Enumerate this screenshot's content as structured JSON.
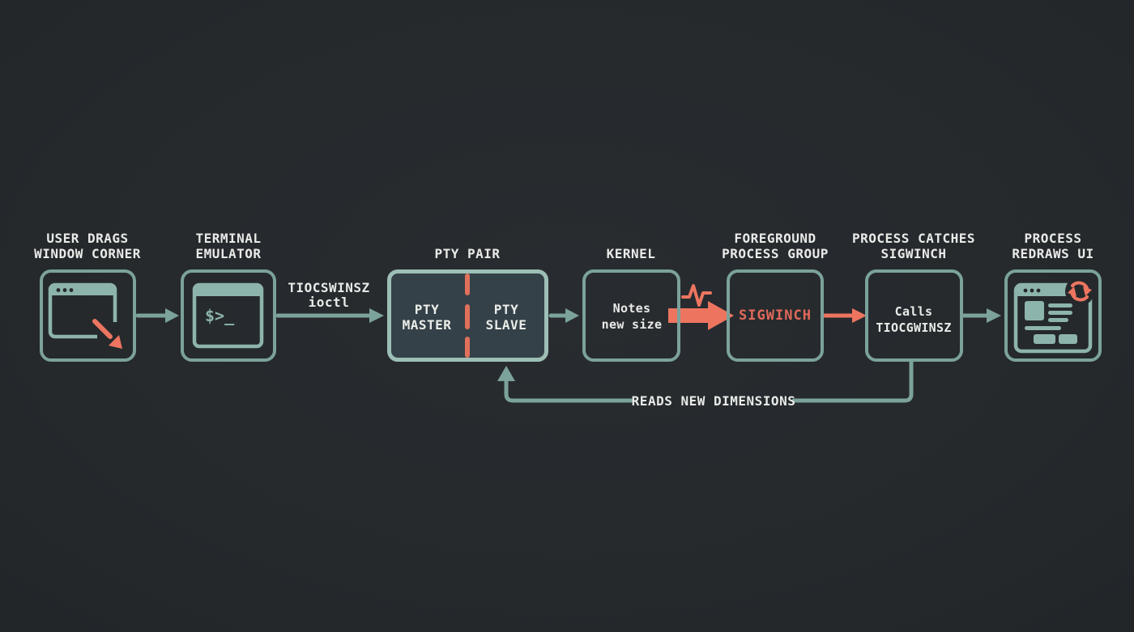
{
  "colors": {
    "background": "#25292c",
    "box_border_teal": "#7ba29b",
    "pty_border_teal": "#9dbfb6",
    "pty_fill": "#354148",
    "icon_teal": "#8db4ac",
    "accent_red": "#ed7560",
    "sigwinch_red": "#e2695a",
    "text": "#e9ebe8"
  },
  "nodes": {
    "user_drags": {
      "title1": "USER DRAGS",
      "title2": "WINDOW CORNER"
    },
    "terminal": {
      "title1": "TERMINAL",
      "title2": "EMULATOR",
      "prompt": "$>_"
    },
    "pty": {
      "title1": "PTY PAIR",
      "master1": "PTY",
      "master2": "MASTER",
      "slave1": "PTY",
      "slave2": "SLAVE"
    },
    "kernel": {
      "title1": "KERNEL",
      "body1": "Notes",
      "body2": "new size"
    },
    "foreground": {
      "title1": "FOREGROUND",
      "title2": "PROCESS GROUP",
      "body1": "SIGWINCH"
    },
    "catches": {
      "title1": "PROCESS CATCHES",
      "title2": "SIGWINCH",
      "body1": "Calls",
      "body2": "TIOCGWINSZ"
    },
    "redraws": {
      "title1": "PROCESS",
      "title2": "REDRAWS UI"
    }
  },
  "edges": {
    "tiocswinsz1": "TIOCSWINSZ",
    "tiocswinsz2": "ioctl",
    "feedback": "READS NEW DIMENSIONS"
  }
}
